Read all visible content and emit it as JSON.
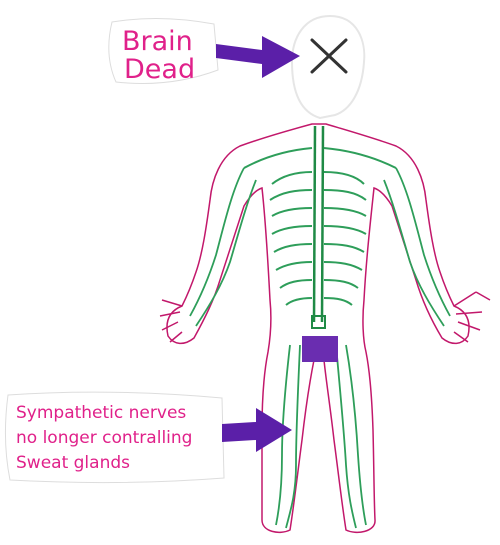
{
  "labels": {
    "brain_line1": "Brain",
    "brain_line2": "Dead",
    "nerves_line1": "Sympathetic nerves",
    "nerves_line2": "no longer contralling",
    "nerves_line3": "Sweat glands"
  },
  "icons": {
    "head_mark": "cross-mark-icon"
  },
  "colors": {
    "label_text": "#e0218a",
    "body_outline": "#c2186b",
    "nerves": "#2e9e5a",
    "spinal_cord": "#1f8a45",
    "arrow": "#5b1fa8",
    "gland_block": "#6a2db0",
    "head_mark": "#333333",
    "cutout_bg": "#ffffff"
  }
}
